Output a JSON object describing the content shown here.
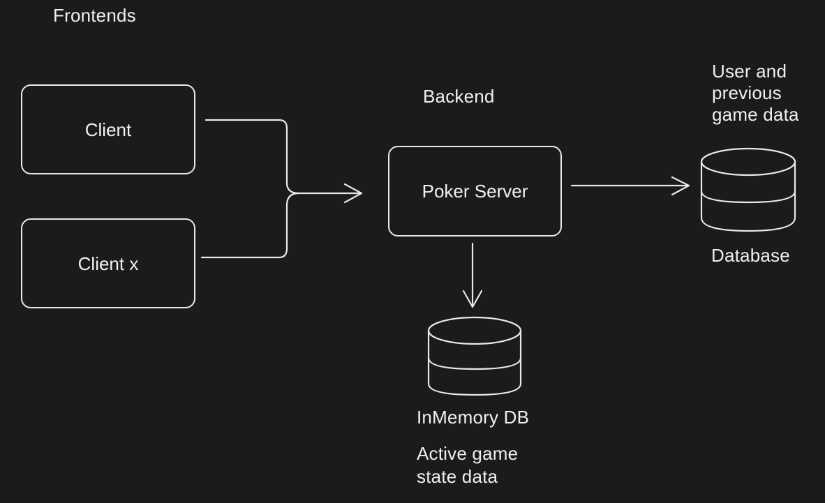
{
  "sections": {
    "frontends": "Frontends",
    "backend": "Backend"
  },
  "nodes": {
    "client": "Client",
    "client_x": "Client x",
    "poker_server": "Poker Server",
    "database": "Database",
    "inmemory_db": "InMemory DB"
  },
  "notes": {
    "database_note": "User and\nprevious\ngame data",
    "inmemory_note": "Active game\nstate data"
  },
  "colors": {
    "background": "#1b1b1b",
    "stroke": "#e9e9e9",
    "text": "#f2f2f2"
  }
}
